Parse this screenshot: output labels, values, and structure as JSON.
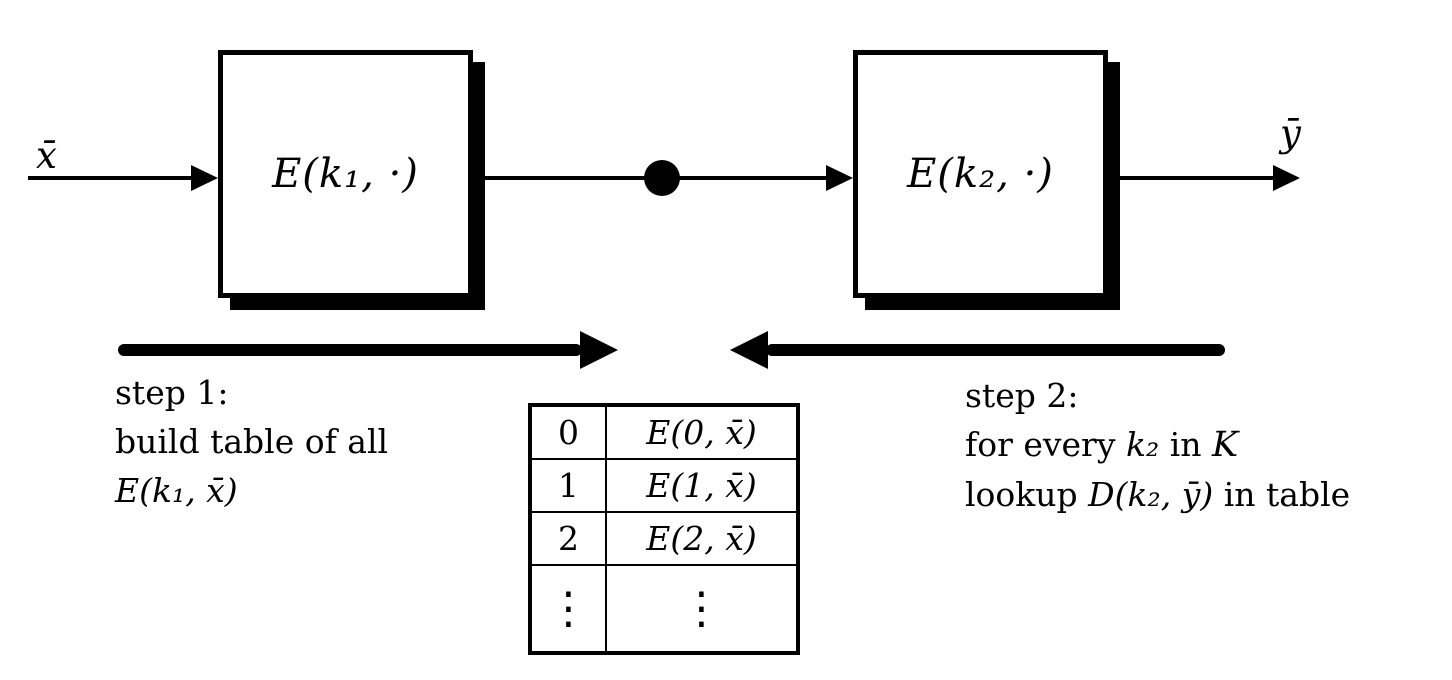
{
  "diagram": {
    "input_label": "x̄",
    "output_label": "ȳ",
    "box1_label": "E(k₁, ·)",
    "box2_label": "E(k₂, ·)",
    "step1": {
      "line1": "step 1:",
      "line2": "build table of all",
      "line3": "E(k₁, x̄)"
    },
    "step2": {
      "line1": "step 2:",
      "line2_pre": "for every ",
      "line2_math": "k₂",
      "line2_mid": " in ",
      "line2_cal": "K",
      "line3_pre": "lookup ",
      "line3_math": "D(k₂, ȳ)",
      "line3_post": " in table"
    },
    "table": {
      "rows": [
        {
          "k": "0",
          "v": "E(0, x̄)"
        },
        {
          "k": "1",
          "v": "E(1, x̄)"
        },
        {
          "k": "2",
          "v": "E(2, x̄)"
        },
        {
          "k": "⋮",
          "v": "⋮"
        }
      ]
    },
    "colors": {
      "ink": "#000000",
      "paper": "#ffffff"
    }
  }
}
